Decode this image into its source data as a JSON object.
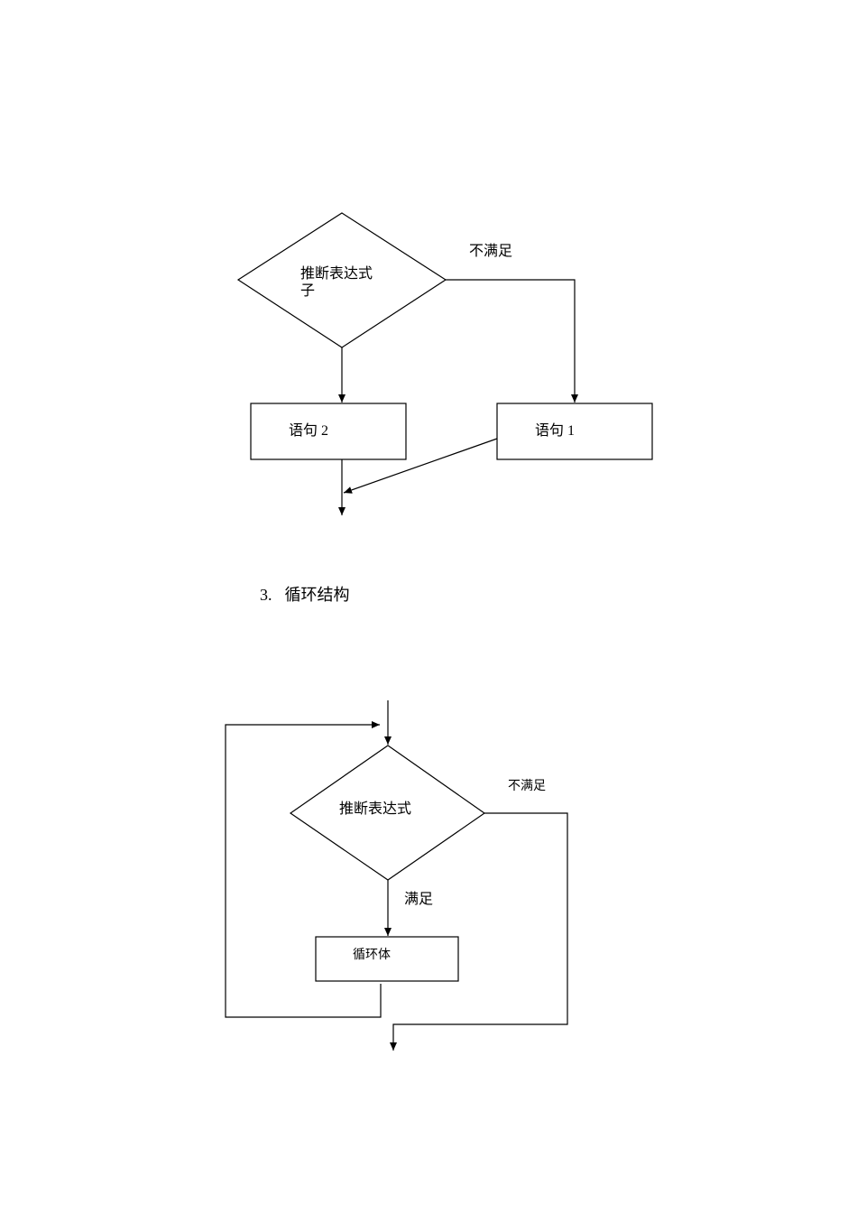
{
  "selection": {
    "condition_line1": "推断表达式",
    "condition_line2": "子",
    "no_label": "不满足",
    "statement2": "语句 2",
    "statement1": "语句 1"
  },
  "section_heading": {
    "number": "3.",
    "title": "循环结构"
  },
  "loop": {
    "condition": "推断表达式",
    "no_label": "不满足",
    "yes_label": "满足",
    "body": "循环体"
  },
  "colors": {
    "stroke": "#000000",
    "background": "#ffffff"
  }
}
